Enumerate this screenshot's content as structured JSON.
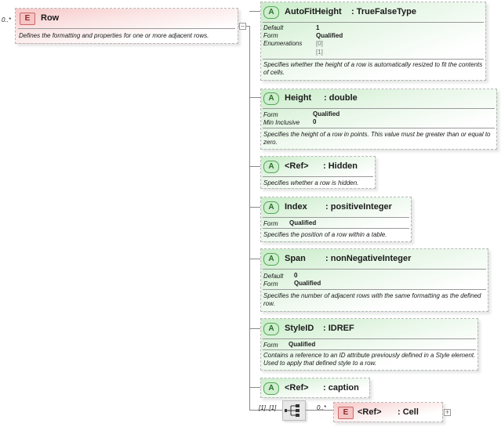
{
  "root": {
    "cardinality": "0..*",
    "badge": "E",
    "name": "Row",
    "description": "Defines the formatting and properties for one or more adjacent rows.",
    "collapse_symbol": "–"
  },
  "attributes": [
    {
      "badge": "A",
      "name": "AutoFitHeight",
      "type": ": TrueFalseType",
      "props": [
        {
          "label": "Default",
          "value": "1"
        },
        {
          "label": "Form",
          "value": "Qualified"
        },
        {
          "label": "Enumerations",
          "value": "[0]"
        },
        {
          "label": "",
          "value": "[1]"
        }
      ],
      "description": "Specifies whether the height of a row is automatically resized to fit the contents of cells."
    },
    {
      "badge": "A",
      "name": "Height",
      "type": ": double",
      "props": [
        {
          "label": "Form",
          "value": "Qualified"
        },
        {
          "label": "Min Inclusive",
          "value": "0"
        }
      ],
      "description": "Specifies the height of a row in points. This value must be greater than or equal to zero."
    },
    {
      "badge": "A",
      "name": "<Ref>",
      "type": ": Hidden",
      "props": [],
      "description": "Specifies whether a row is hidden."
    },
    {
      "badge": "A",
      "name": "Index",
      "type": ": positiveInteger",
      "props": [
        {
          "label": "Form",
          "value": "Qualified"
        }
      ],
      "description": "Specifies the position of a row within a table."
    },
    {
      "badge": "A",
      "name": "Span",
      "type": ": nonNegativeInteger",
      "props": [
        {
          "label": "Default",
          "value": "0"
        },
        {
          "label": "Form",
          "value": "Qualified"
        }
      ],
      "description": "Specifies the number of adjacent rows with the same formatting as the defined row."
    },
    {
      "badge": "A",
      "name": "StyleID",
      "type": ": IDREF",
      "props": [
        {
          "label": "Form",
          "value": "Qualified"
        }
      ],
      "description": "Contains a reference to an ID attribute previously defined in a Style element. Used to apply that defined style to a row."
    },
    {
      "badge": "A",
      "name": "<Ref>",
      "type": ": caption",
      "props": [],
      "description": ""
    }
  ],
  "sequence": {
    "cardinality": "[1]..[1]",
    "child_cardinality": "0..*"
  },
  "child": {
    "badge": "E",
    "name": "<Ref>",
    "type": ": Cell",
    "expand_symbol": "+"
  }
}
